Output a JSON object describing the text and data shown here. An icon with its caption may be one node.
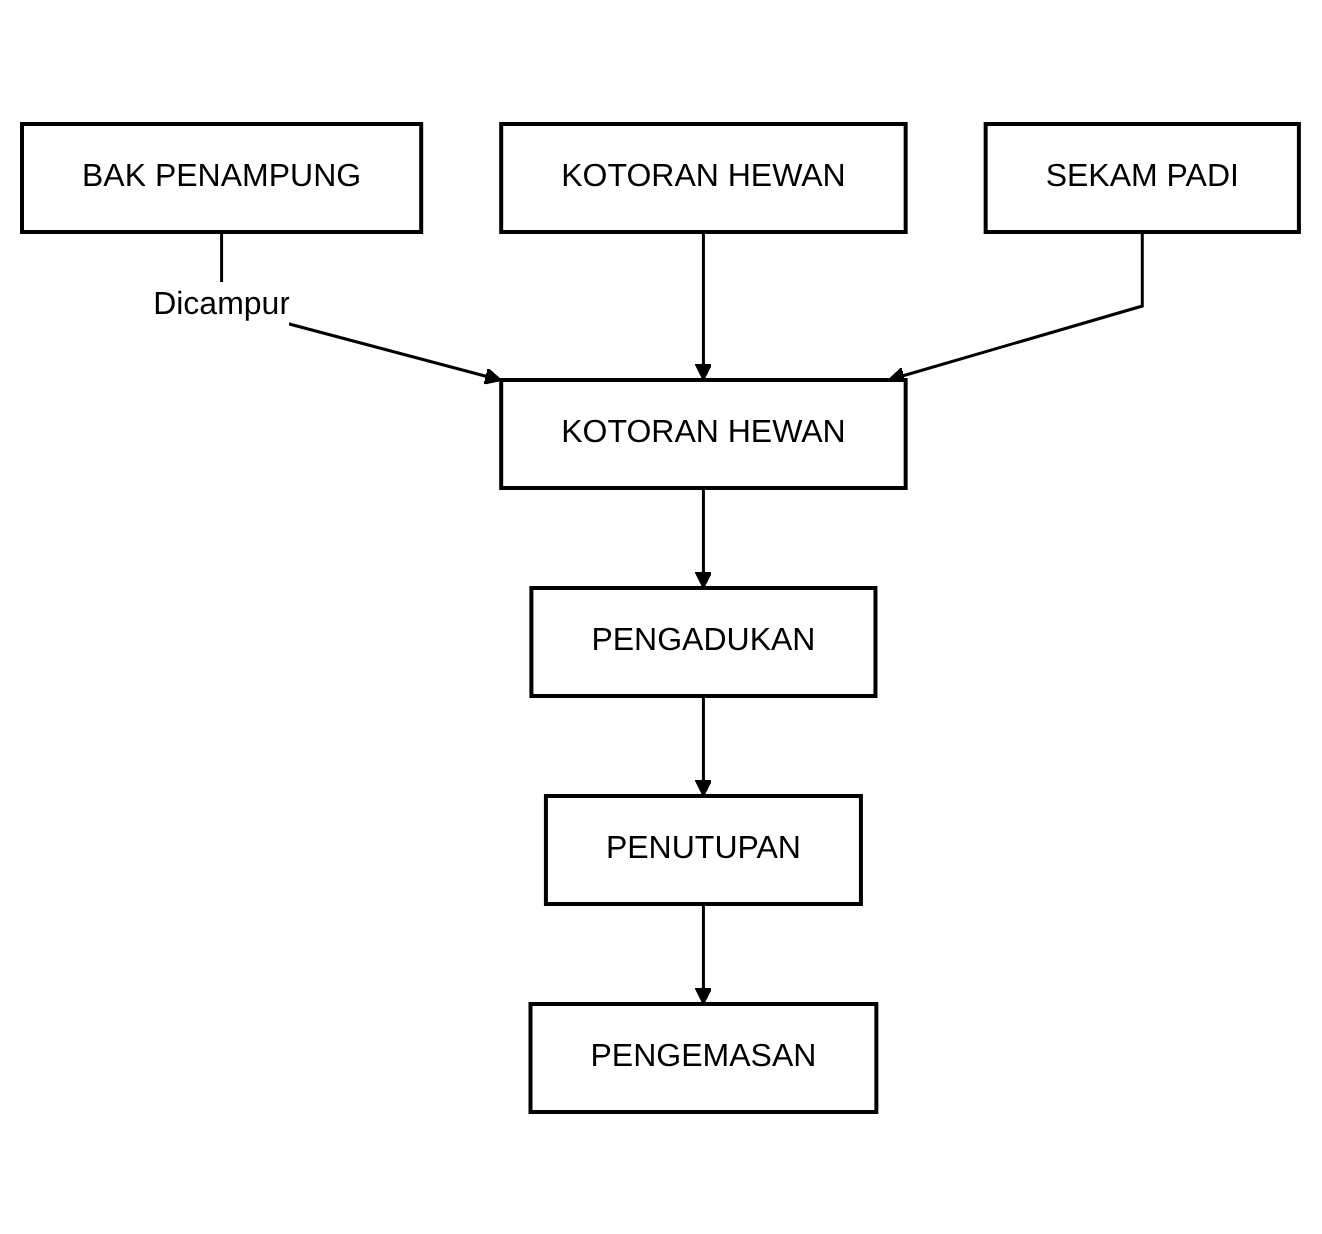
{
  "diagram": {
    "nodes": [
      {
        "text": [
          "BAK PENAMPUNG"
        ]
      },
      {
        "text": [
          "KOTORAN HEWAN"
        ]
      },
      {
        "text": [
          "SEKAM PADI"
        ]
      },
      {
        "text": [
          "KOTORAN HEWAN"
        ]
      },
      {
        "text": [
          "PENGADUKAN"
        ]
      },
      {
        "text": [
          "PENUTUPAN"
        ]
      },
      {
        "text": [
          "PENGEMASAN"
        ]
      }
    ],
    "edges": [
      {
        "from": 0,
        "to": 3,
        "arrow": "to",
        "label": "Dicampur"
      },
      {
        "from": 1,
        "to": 3,
        "arrow": "to"
      },
      {
        "from": 2,
        "to": 3,
        "arrow": "to"
      },
      {
        "from": 3,
        "to": 4,
        "arrow": "to"
      },
      {
        "from": 4,
        "to": 5,
        "arrow": "to"
      },
      {
        "from": 5,
        "to": 6,
        "arrow": "to"
      }
    ]
  }
}
